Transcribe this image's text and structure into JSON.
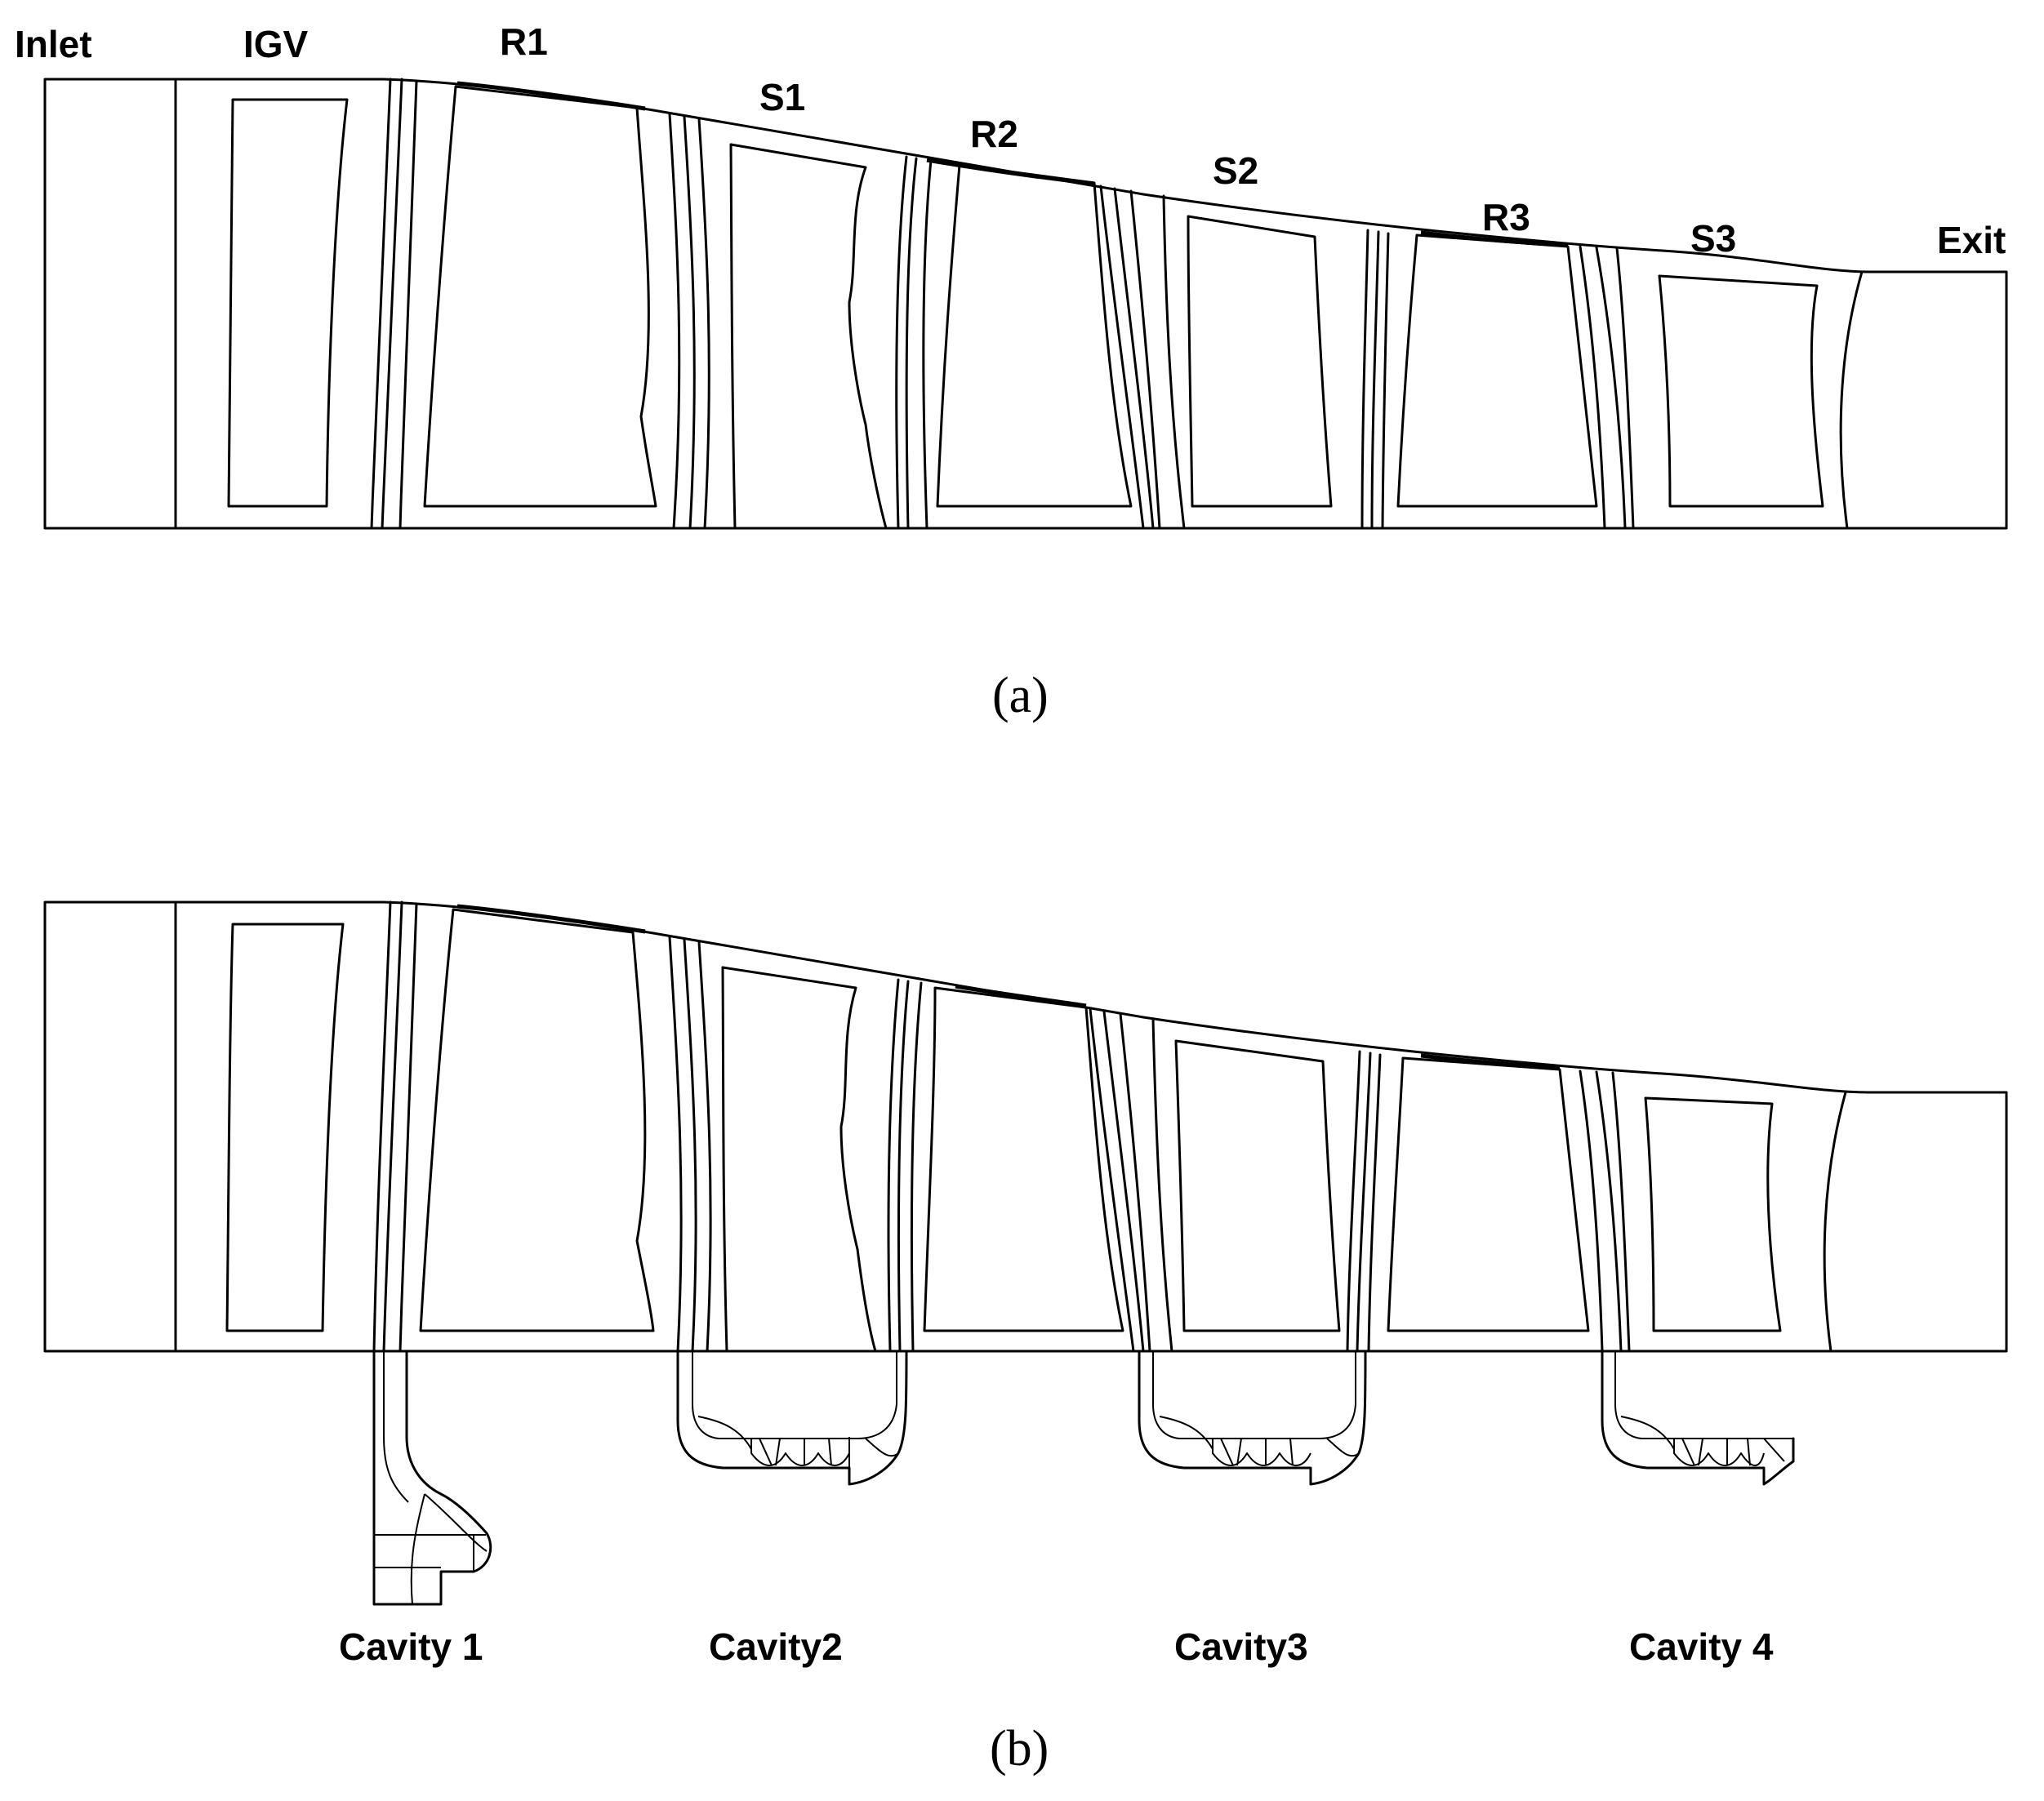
{
  "panel_a": {
    "labels": {
      "inlet": "Inlet",
      "igv": "IGV",
      "r1": "R1",
      "s1": "S1",
      "r2": "R2",
      "s2": "S2",
      "r3": "R3",
      "s3": "S3",
      "exit": "Exit"
    },
    "caption": "(a)"
  },
  "panel_b": {
    "cavity_labels": [
      "Cavity 1",
      "Cavity2",
      "Cavity3",
      "Cavity 4"
    ],
    "caption": "(b)"
  }
}
